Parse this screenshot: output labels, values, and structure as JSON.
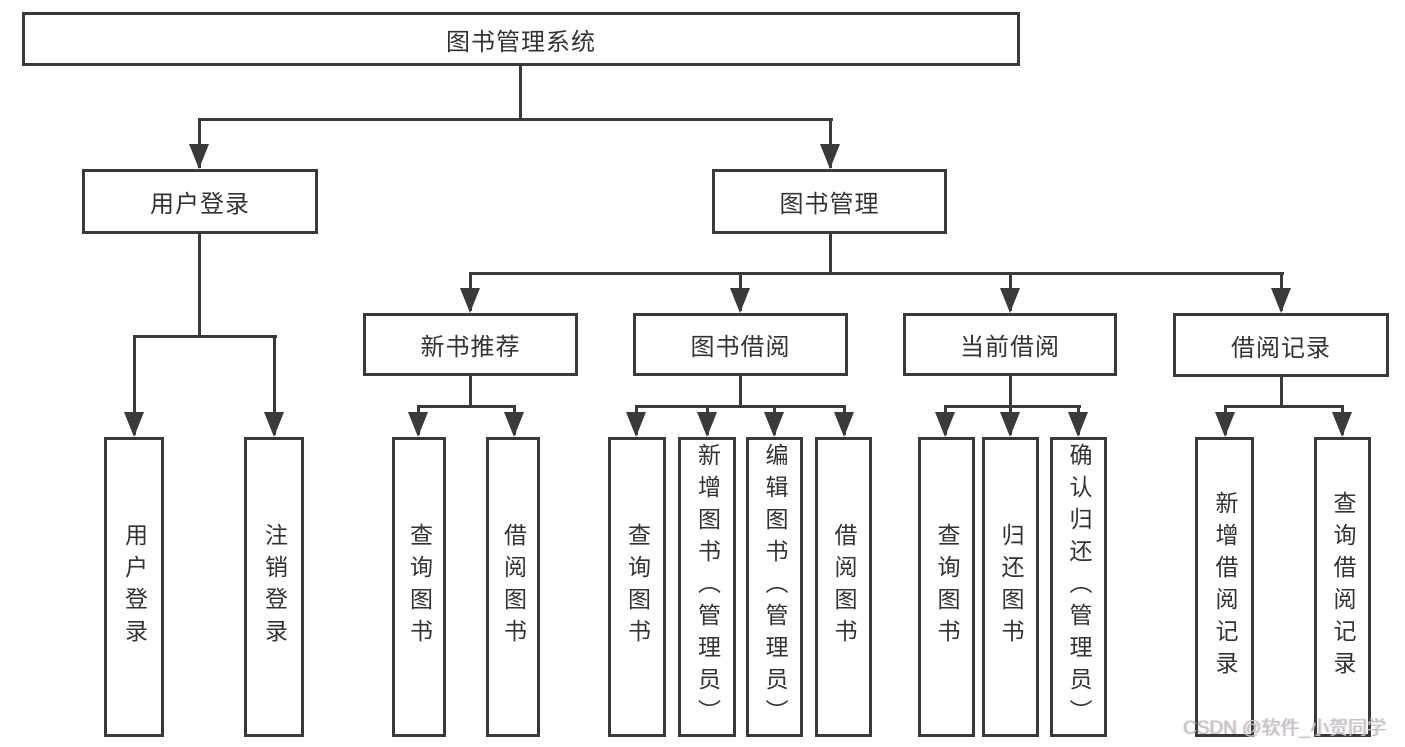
{
  "colors": {
    "line": "#3a3a3a",
    "box_border": "#3a3a3a",
    "text": "#333333",
    "watermark": "#c3c4c8",
    "background": "#ffffff"
  },
  "diagram": {
    "root": {
      "label": "图书管理系统"
    },
    "level2": [
      {
        "label": "用户登录"
      },
      {
        "label": "图书管理"
      }
    ],
    "level3": [
      {
        "label": "新书推荐"
      },
      {
        "label": "图书借阅"
      },
      {
        "label": "当前借阅"
      },
      {
        "label": "借阅记录"
      }
    ],
    "leaves": {
      "user_login": [
        {
          "label": "用户登录"
        },
        {
          "label": "注销登录"
        }
      ],
      "new_book_recommend": [
        {
          "label": "查询图书"
        },
        {
          "label": "借阅图书"
        }
      ],
      "book_borrow": [
        {
          "label": "查询图书"
        },
        {
          "label": "新增图书（管理员）"
        },
        {
          "label": "编辑图书（管理员）"
        },
        {
          "label": "借阅图书"
        }
      ],
      "current_borrow": [
        {
          "label": "查询图书"
        },
        {
          "label": "归还图书"
        },
        {
          "label": "确认归还（管理员）"
        }
      ],
      "borrow_records": [
        {
          "label": "新增借阅记录"
        },
        {
          "label": "查询借阅记录"
        }
      ]
    }
  },
  "watermark": {
    "text": "CSDN @软件_小贺同学"
  }
}
